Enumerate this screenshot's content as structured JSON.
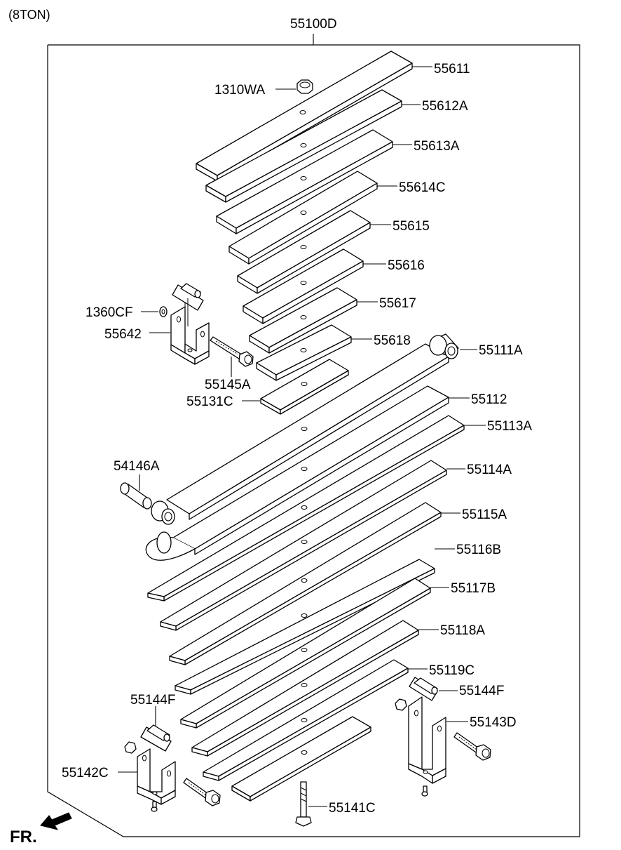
{
  "header": {
    "variant": "(8TON)",
    "assembly": "55100D"
  },
  "direction_label": "FR.",
  "parts": {
    "p55611": "55611",
    "p1310WA": "1310WA",
    "p55612A": "55612A",
    "p55613A": "55613A",
    "p55614C": "55614C",
    "p55615": "55615",
    "p55616": "55616",
    "p55617": "55617",
    "p55618": "55618",
    "p1360CF": "1360CF",
    "p55642": "55642",
    "p55145A": "55145A",
    "p55131C": "55131C",
    "p55111A": "55111A",
    "p55112": "55112",
    "p55113A": "55113A",
    "p54146A": "54146A",
    "p55114A": "55114A",
    "p55115A": "55115A",
    "p55116B": "55116B",
    "p55117B": "55117B",
    "p55118A": "55118A",
    "p55119C": "55119C",
    "p55144F_left": "55144F",
    "p55144F_right": "55144F",
    "p55143D": "55143D",
    "p55142C": "55142C",
    "p55141C": "55141C"
  }
}
